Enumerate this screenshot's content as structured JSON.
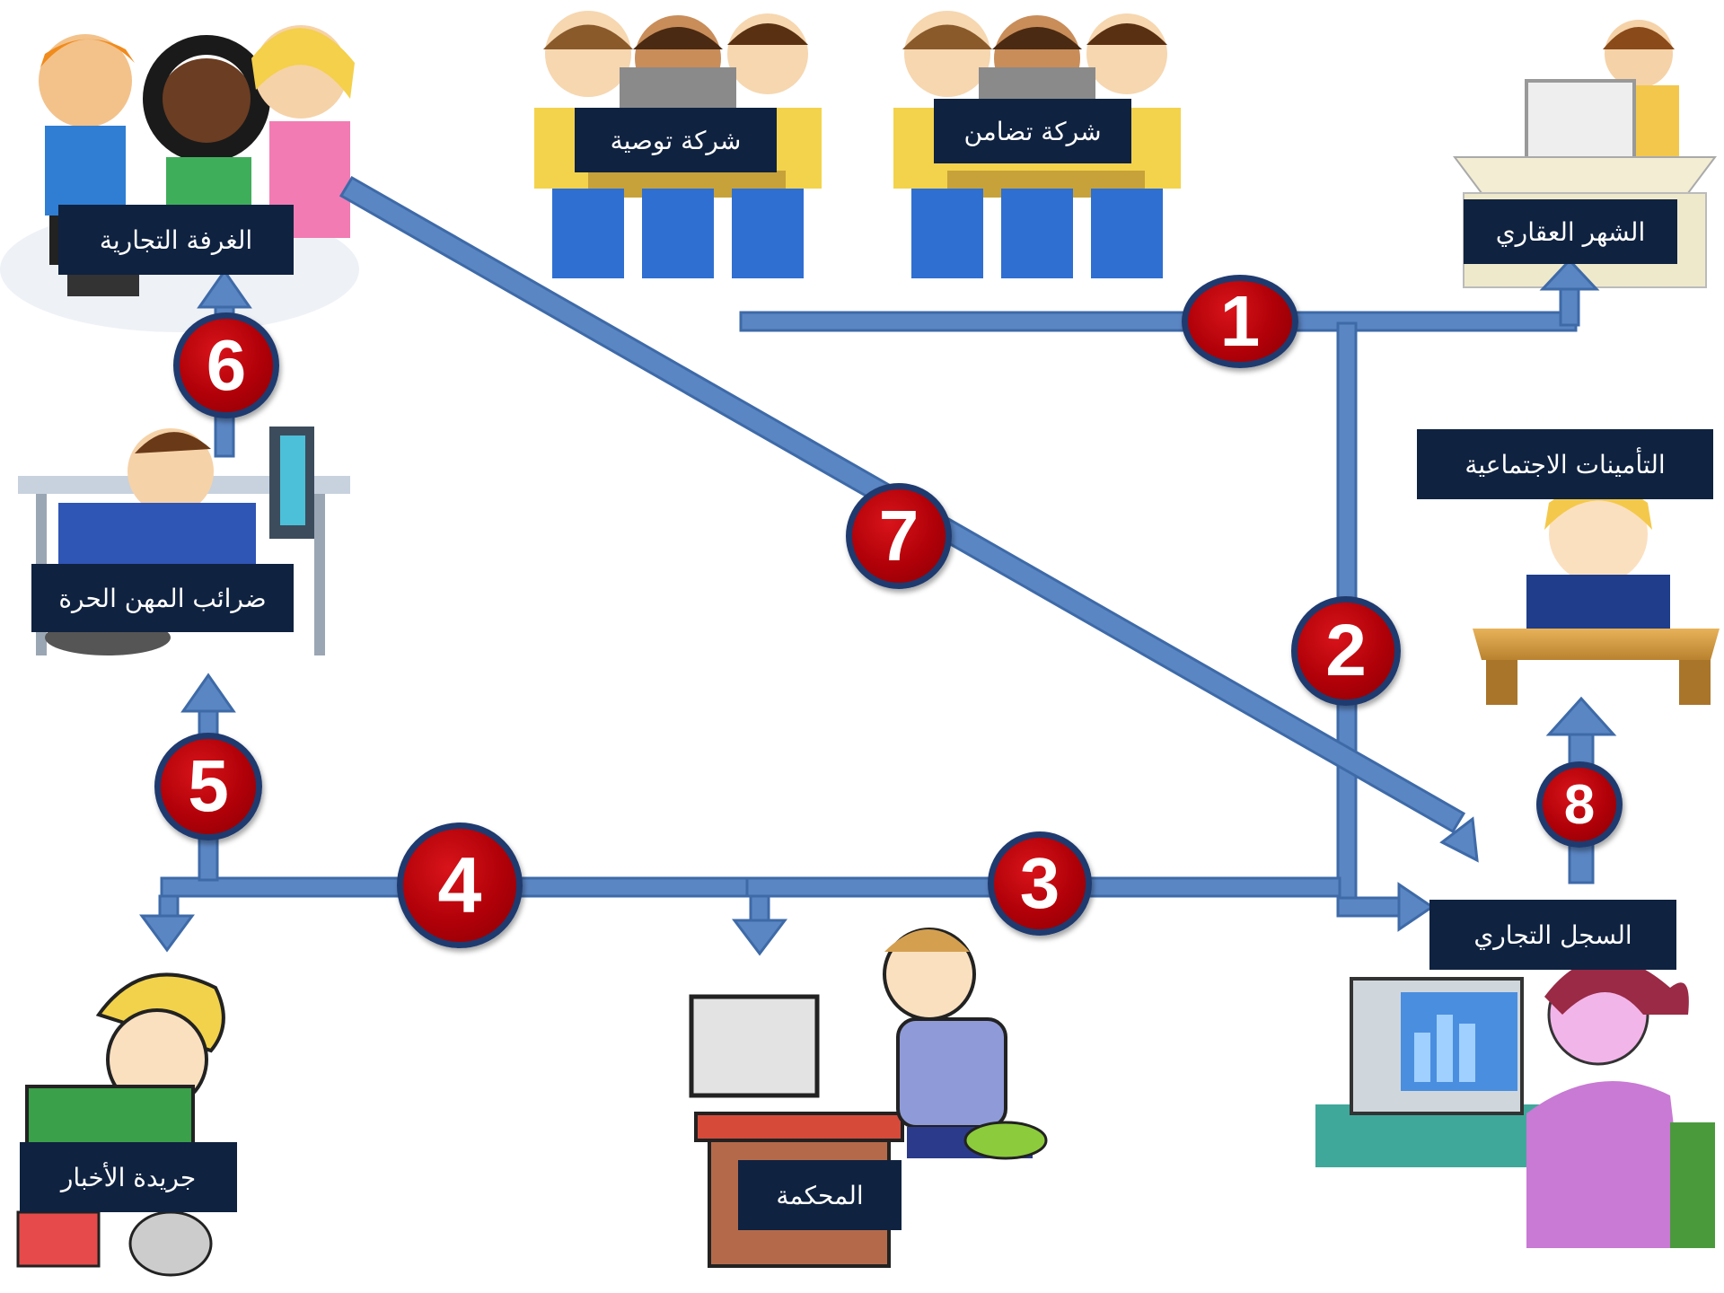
{
  "colors": {
    "arrow_fill": "#5b86c4",
    "arrow_stroke": "#3e6aa8",
    "label_bg": "#0f2240",
    "badge_fill": "#c0000a",
    "badge_ring": "#1f3a6e"
  },
  "labels": {
    "partnership_company": "شركة تضامن",
    "limited_partnership": "شركة توصية",
    "land_registry": "الشهر العقاري",
    "chamber_of_commerce": "الغرفة التجارية",
    "professions_tax": "ضرائب المهن الحرة",
    "social_insurance": "التأمينات الاجتماعية",
    "commercial_register": "السجل التجاري",
    "court": "المحكمة",
    "newspaper": "جريدة الأخبار"
  },
  "steps": [
    "1",
    "2",
    "3",
    "4",
    "5",
    "6",
    "7",
    "8"
  ],
  "icons": {
    "children_group": "children-at-computer-icon",
    "kids_team": "kids-team-icon",
    "clerk": "clerk-at-computer-icon",
    "busy_worker": "busy-worker-icon",
    "student": "student-writing-icon",
    "court_worker": "court-worker-icon",
    "woman_computer": "woman-at-computer-icon",
    "boy_thinking": "boy-thinking-icon"
  }
}
